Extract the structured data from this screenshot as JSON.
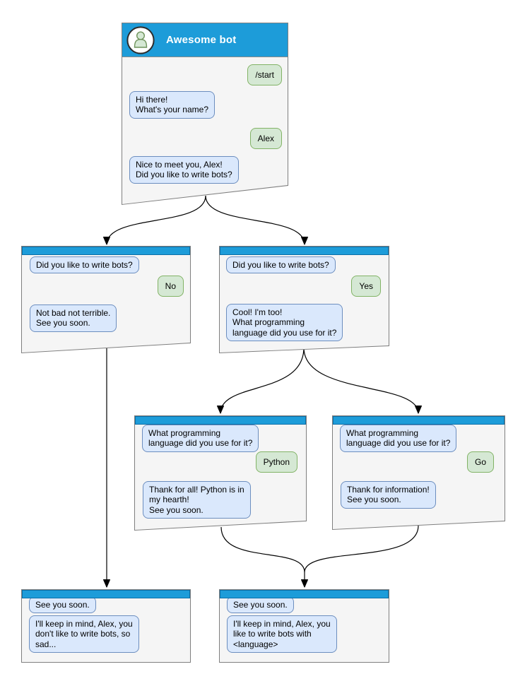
{
  "diagram_title": "Awesome bot",
  "colors": {
    "header_blue": "#1d9cd9",
    "header_blue_border": "#0c6fa7",
    "bot_bubble_fill": "#dae8fc",
    "bot_bubble_border": "#6c8ebf",
    "user_bubble_fill": "#d5e8d4",
    "user_bubble_border": "#82b366",
    "window_fill": "#f5f5f5",
    "window_border": "#7f7f7f",
    "arrow_color": "#000000"
  },
  "windows": [
    {
      "name": "main-chat",
      "title": "Awesome bot",
      "messages": [
        {
          "from": "user",
          "text": "/start"
        },
        {
          "from": "bot",
          "text": "Hi there!\nWhat's your name?"
        },
        {
          "from": "user",
          "text": "Alex"
        },
        {
          "from": "bot",
          "text": "Nice to meet you, Alex!\nDid you like to write bots?"
        }
      ]
    },
    {
      "name": "branch-no",
      "messages": [
        {
          "from": "bot",
          "text": "Did you like to write bots?"
        },
        {
          "from": "user",
          "text": "No"
        },
        {
          "from": "bot",
          "text": "Not bad not terrible.\nSee you soon."
        }
      ]
    },
    {
      "name": "branch-yes",
      "messages": [
        {
          "from": "bot",
          "text": "Did you like to write bots?"
        },
        {
          "from": "user",
          "text": "Yes"
        },
        {
          "from": "bot",
          "text": "Cool! I'm too!\nWhat programming\nlanguage did you use for it?"
        }
      ]
    },
    {
      "name": "branch-python",
      "messages": [
        {
          "from": "bot",
          "text": "What programming\nlanguage did you use for it?"
        },
        {
          "from": "user",
          "text": "Python"
        },
        {
          "from": "bot",
          "text": "Thank for all! Python is in\nmy hearth!\nSee you soon."
        }
      ]
    },
    {
      "name": "branch-go",
      "messages": [
        {
          "from": "bot",
          "text": "What programming\nlanguage did you use for it?"
        },
        {
          "from": "user",
          "text": "Go"
        },
        {
          "from": "bot",
          "text": "Thank for information!\nSee you soon."
        }
      ]
    },
    {
      "name": "end-no",
      "messages": [
        {
          "from": "bot",
          "text": "See you soon."
        },
        {
          "from": "bot",
          "text": "I'll keep in mind, Alex, you\ndon't like to write bots, so\nsad..."
        }
      ]
    },
    {
      "name": "end-yes",
      "messages": [
        {
          "from": "bot",
          "text": "See you soon."
        },
        {
          "from": "bot",
          "text": "I'll keep in mind, Alex, you\nlike to write bots with\n<language>"
        }
      ]
    }
  ]
}
